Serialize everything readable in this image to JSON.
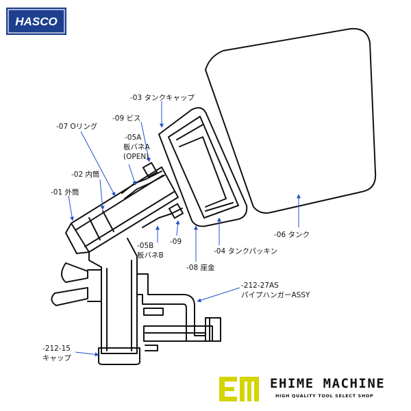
{
  "brand": {
    "logo_text": "HASCO"
  },
  "parts": [
    {
      "id": "tank-cap",
      "text": "-03 タンクキャップ"
    },
    {
      "id": "screw-top",
      "text": "-09 ビス"
    },
    {
      "id": "o-ring",
      "text": "-07 Oリング"
    },
    {
      "id": "spring-a",
      "text": "-05A"
    },
    {
      "id": "spring-a-name",
      "text": "板バネA"
    },
    {
      "id": "spring-a-open",
      "text": "(OPEN)"
    },
    {
      "id": "inner-tube",
      "text": "-02 内筒"
    },
    {
      "id": "outer-tube",
      "text": "-01 外筒"
    },
    {
      "id": "tank",
      "text": "-06 タンク"
    },
    {
      "id": "spring-b",
      "text": "-05B"
    },
    {
      "id": "spring-b-name",
      "text": "板バネB"
    },
    {
      "id": "screw-bottom",
      "text": "-09"
    },
    {
      "id": "tank-packing",
      "text": "-04 タンクパッキン"
    },
    {
      "id": "washer",
      "text": "-08 座金"
    },
    {
      "id": "pipe-hanger",
      "text": "-212-27AS"
    },
    {
      "id": "pipe-hanger-name",
      "text": "パイプハンガーASSY"
    },
    {
      "id": "cap",
      "text": "-212-15"
    },
    {
      "id": "cap-name",
      "text": "キャップ"
    }
  ],
  "footer": {
    "shop_name": "EHIME MACHINE",
    "tagline": "HIGH QUALITY TOOL SELECT SHOP"
  },
  "colors": {
    "leader": "#1f4fc9",
    "brand_blue": "#1d3f8e",
    "logo_yellow": "#d4d400",
    "ink": "#111111"
  }
}
